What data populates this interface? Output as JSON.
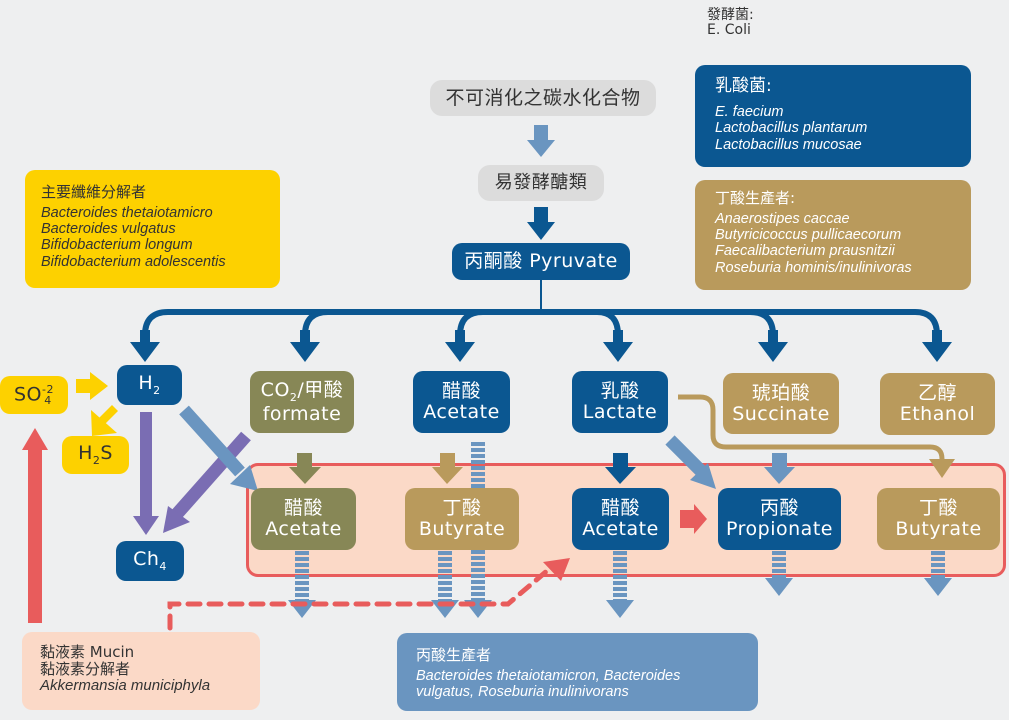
{
  "fermenters": {
    "label": "發酵菌:",
    "species": "E. Coli"
  },
  "lactic_box": {
    "title": "乳酸菌:",
    "species": [
      "E. faecium",
      "Lactobacillus plantarum",
      "Lactobacillus mucosae"
    ]
  },
  "butyrate_producers_box": {
    "title": "丁酸生產者:",
    "species": [
      "Anaerostipes caccae",
      "Butyricicoccus pullicaecorum",
      "Faecalibacterium prausnitzii",
      "Roseburia hominis/inulinivoras"
    ]
  },
  "fiber_degraders_box": {
    "title": "主要纖維分解者",
    "species": [
      "Bacteroides thetaiotamicro",
      "Bacteroides vulgatus",
      "Bifidobacterium longum",
      "Bifidobacterium adolescentis"
    ]
  },
  "mucin_box": {
    "line1": "黏液素 Mucin",
    "line2": "黏液素分解者",
    "species": "Akkermansia municiphyla"
  },
  "propionate_producers_box": {
    "title": "丙酸生產者",
    "species": "Bacteroides thetaiotamicron, Bacteroides vulgatus, Roseburia inulinivorans"
  },
  "nodes": {
    "indigestible": "不可消化之碳水化合物",
    "fermentable": "易發酵醣類",
    "pyruvate": "丙酮酸 Pyruvate",
    "h2": {
      "main": "H",
      "sub": "2"
    },
    "co2": {
      "main": "CO",
      "sub": "2",
      "rest": "/甲酸",
      "line2": "formate"
    },
    "acetate_top": {
      "zh": "醋酸",
      "en": "Acetate"
    },
    "lactate": {
      "zh": "乳酸",
      "en": "Lactate"
    },
    "succinate": {
      "zh": "琥珀酸",
      "en": "Succinate"
    },
    "ethanol": {
      "zh": "乙醇",
      "en": "Ethanol"
    },
    "so4": {
      "main": "SO",
      "sub": "4",
      "sup": "-2"
    },
    "h2s": {
      "main": "H",
      "sub": "2",
      "rest": "S"
    },
    "ch4": {
      "main": "Ch",
      "sub": "4"
    },
    "acetate_a": {
      "zh": "醋酸",
      "en": "Acetate"
    },
    "butyrate_a": {
      "zh": "丁酸",
      "en": "Butyrate"
    },
    "acetate_b": {
      "zh": "醋酸",
      "en": "Acetate"
    },
    "propionate": {
      "zh": "丙酸",
      "en": "Propionate"
    },
    "butyrate_b": {
      "zh": "丁酸",
      "en": "Butyrate"
    }
  },
  "colors": {
    "navy": "#0b5791",
    "light_blue": "#6a95c0",
    "olive": "#878756",
    "tan": "#b99a5c",
    "gold": "#fdd100",
    "purple": "#7a6db3",
    "red": "#e85c5c",
    "salmon": "#fbd9c7"
  }
}
